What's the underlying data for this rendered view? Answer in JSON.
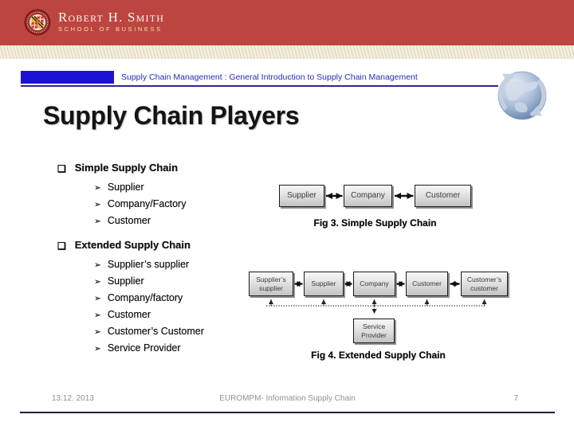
{
  "brand": {
    "name": "Robert H. Smith",
    "subtitle": "SCHOOL OF BUSINESS"
  },
  "header": {
    "course_title": "Supply Chain Management : General Introduction to Supply Chain Management"
  },
  "slide": {
    "title": "Supply Chain Players"
  },
  "icons": {
    "checkbox_bullet": "❑",
    "arrow_bullet": "➢",
    "globe": "globe-with-orbit-arrows",
    "seal": "university-of-maryland-seal"
  },
  "lists": {
    "simple": {
      "title": "Simple Supply Chain",
      "items": [
        "Supplier",
        "Company/Factory",
        "Customer"
      ]
    },
    "extended": {
      "title": "Extended Supply Chain",
      "items": [
        "Supplier’s supplier",
        "Supplier",
        "Company/factory",
        "Customer",
        "Customer’s Customer",
        "Service Provider"
      ]
    }
  },
  "fig3": {
    "boxes": [
      "Supplier",
      "Company",
      "Customer"
    ],
    "caption": "Fig 3. Simple Supply Chain"
  },
  "fig4": {
    "boxes": [
      "Supplier’s supplier",
      "Supplier",
      "Company",
      "Customer",
      "Customer’s customer"
    ],
    "service_box": "Service Provider",
    "caption": "Fig 4. Extended Supply Chain"
  },
  "footer": {
    "date": "13.12. 2013",
    "center": "EUROMPM- Information Supply Chain",
    "page": "7"
  },
  "colors": {
    "brand_red": "#bd4540",
    "accent_blue": "#1b12d6",
    "rule_navy": "#2a2a85",
    "footer_rule_navy": "#1b2140",
    "stripe_cream": "#f4eedd",
    "box_border": "#1a1a1a"
  }
}
